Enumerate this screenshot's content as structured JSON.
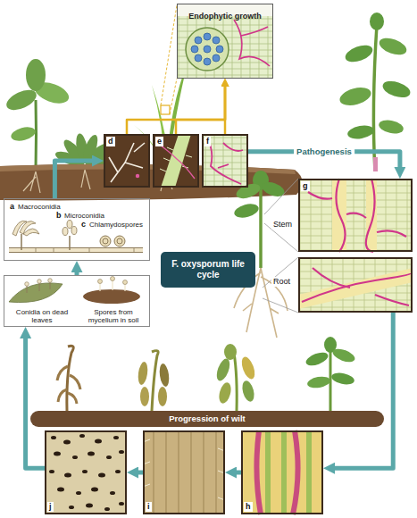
{
  "diagram": {
    "nodes": [
      {
        "text": [
          "Endophytic growth"
        ]
      },
      {
        "text": [
          "d"
        ]
      },
      {
        "text": [
          "e"
        ]
      },
      {
        "text": [
          "f"
        ]
      },
      {
        "text": [
          "F. oxysporum life cycle"
        ]
      },
      {
        "text": [
          "a",
          "Macroconidia",
          "b",
          "Microconidia",
          "c",
          "Chlamydospores"
        ]
      },
      {
        "text": [
          "Conidia on dead leaves",
          "Spores from mycelium in soil"
        ]
      },
      {
        "text": [
          "g",
          "Stem"
        ]
      },
      {
        "text": [
          "Root"
        ]
      },
      {
        "text": [
          "Progression of wilt"
        ]
      },
      {
        "text": [
          "j"
        ]
      },
      {
        "text": [
          "i"
        ]
      },
      {
        "text": [
          "h"
        ]
      }
    ],
    "edges": [
      {
        "from": 5,
        "to": 1,
        "arrow": "to"
      },
      {
        "from": 1,
        "to": 0,
        "arrow": "to"
      },
      {
        "from": 2,
        "to": 0,
        "arrow": "to"
      },
      {
        "from": 3,
        "to": 0,
        "arrow": "to"
      },
      {
        "from": 3,
        "to": 7,
        "label": "Pathogenesis",
        "arrow": "to"
      },
      {
        "from": 8,
        "to": 12,
        "arrow": "to"
      },
      {
        "from": 12,
        "to": 11,
        "arrow": "to"
      },
      {
        "from": 11,
        "to": 10,
        "arrow": "to"
      },
      {
        "from": 10,
        "to": 6,
        "arrow": "to"
      },
      {
        "from": 6,
        "to": 5,
        "arrow": "to"
      }
    ]
  }
}
